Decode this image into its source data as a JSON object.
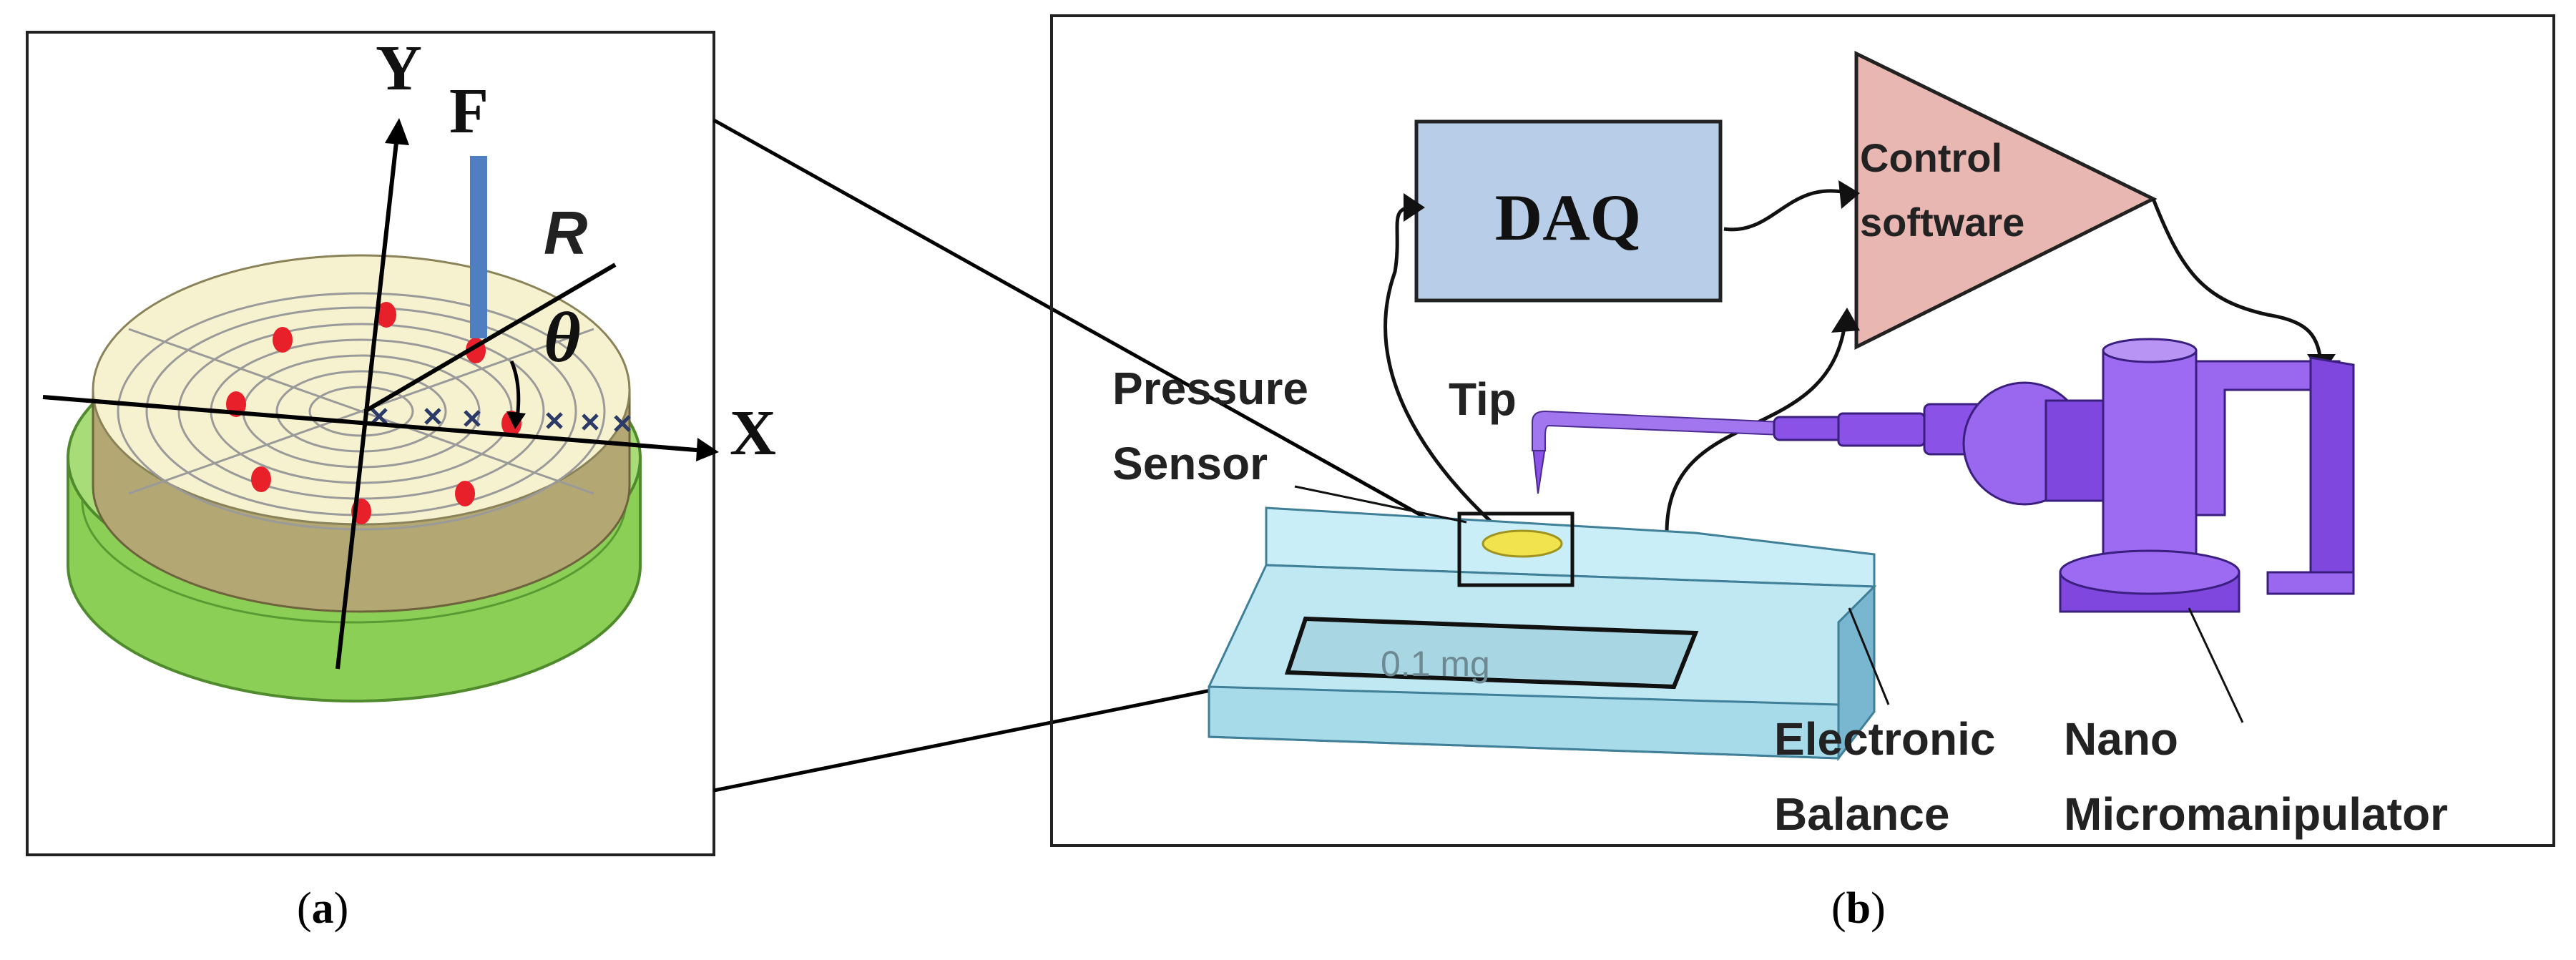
{
  "panel_a": {
    "caption_open": "(",
    "caption_letter": "a",
    "caption_close": ")",
    "axis_y": "Y",
    "axis_x": "X",
    "force": "F",
    "radius": "R",
    "angle": "θ"
  },
  "panel_b": {
    "caption_open": "(",
    "caption_letter": "b",
    "caption_close": ")",
    "daq": "DAQ",
    "control_line1": "Control",
    "control_line2": "software",
    "pressure_line1": "Pressure",
    "pressure_line2": "Sensor",
    "tip": "Tip",
    "balance_line1": "Electronic",
    "balance_line2": "Balance",
    "nano_line1": "Nano",
    "nano_line2": "Micromanipulator",
    "display_text": "0.1 mg"
  },
  "colors": {
    "sensor_face": "#f6f2cf",
    "sensor_side": "#b3a774",
    "sensor_base": "#8ccf56",
    "probe": "#4f7fc0",
    "marker": "#e8202a",
    "daq_fill": "#b7cde8",
    "control_fill": "#e8b7b1",
    "balance_top": "#c9eef7",
    "balance_side": "#79b6cf",
    "manipulator": "#8a52e6"
  }
}
